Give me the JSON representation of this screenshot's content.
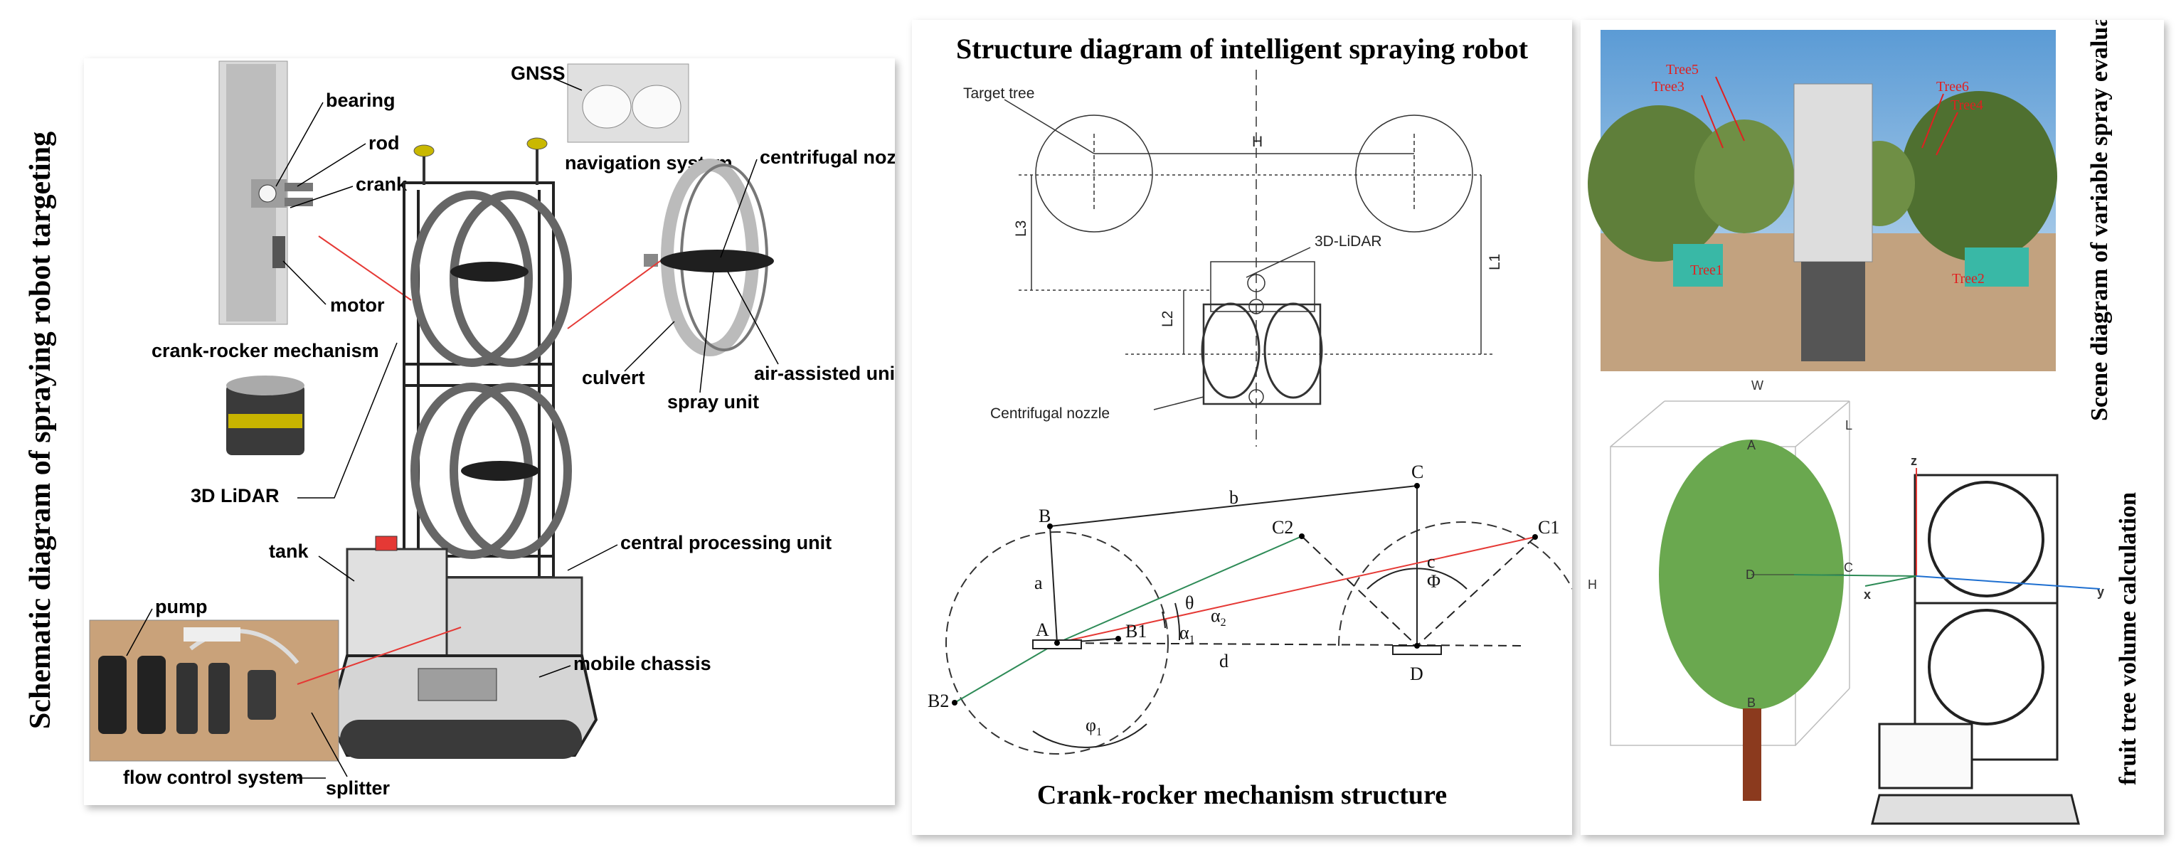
{
  "figure": {
    "left_title": "Schematic diagram of spraying robot targeting",
    "center_title_top": "Structure diagram of intelligent spraying robot",
    "center_title_bottom": "Crank-rocker mechanism structure",
    "right_title_top": "Scene diagram of variable spray evaluation",
    "right_title_bottom": "fruit tree volume calculation"
  },
  "robot_labels": {
    "bearing": "bearing",
    "rod": "rod",
    "crank": "crank",
    "motor": "motor",
    "crank_rocker": "crank-rocker mechanism",
    "gnss": "GNSS",
    "navigation": "navigation system",
    "centrifugal_nozzle": "centrifugal nozzle",
    "culvert": "culvert",
    "spray_unit": "spray unit",
    "air_assisted": "air-assisted unit",
    "lidar": "3D LiDAR",
    "tank": "tank",
    "cpu": "central processing unit",
    "pump": "pump",
    "mobile_chassis": "mobile chassis",
    "flow_control": "flow control system",
    "splitter": "splitter"
  },
  "structure_labels": {
    "target_tree": "Target tree",
    "H": "H",
    "L3": "L3",
    "L1": "L1",
    "L2": "L2",
    "lidar": "3D-LiDAR",
    "nozzle": "Centrifugal nozzle"
  },
  "mechanism_labels": {
    "B": "B",
    "C": "C",
    "C1": "C1",
    "C2": "C2",
    "A": "A",
    "B1": "B1",
    "B2": "B2",
    "D": "D",
    "a": "a",
    "b": "b",
    "c": "c",
    "d": "d",
    "theta": "θ",
    "alpha1": "α",
    "alpha1_sub": "1",
    "alpha2": "α",
    "alpha2_sub": "2",
    "phi": "Φ",
    "phi1": "φ",
    "phi1_sub": "1"
  },
  "scene_labels": {
    "tree5": "Tree5",
    "tree3": "Tree3",
    "tree6": "Tree6",
    "tree4": "Tree4",
    "tree1": "Tree1",
    "tree2": "Tree2"
  },
  "volume_labels": {
    "W": "W",
    "L": "L",
    "H": "H",
    "A": "A",
    "B": "B",
    "C": "C",
    "D": "D",
    "x": "x",
    "y": "y",
    "z": "z"
  },
  "colors": {
    "tree_green": "#6aa84f",
    "trunk_brown": "#8b3a1e",
    "red_line": "#e53935",
    "green_line": "#2e8b57",
    "label_red": "#e02020"
  }
}
